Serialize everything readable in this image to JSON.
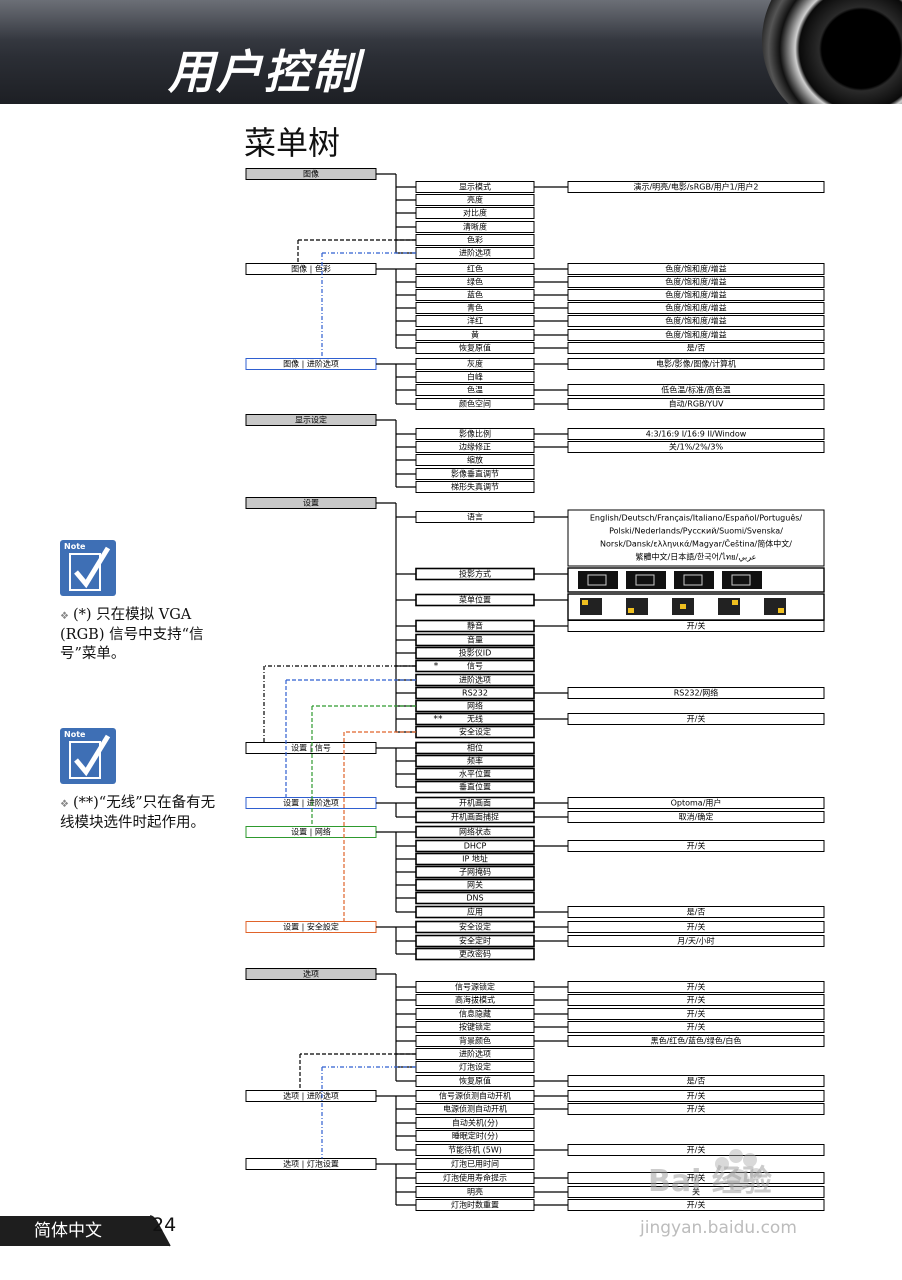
{
  "header": {
    "title": "用户控制"
  },
  "section_title": "菜单树",
  "notes": [
    {
      "label": "Note",
      "text": "(*) 只在模拟 VGA (RGB) 信号中支持“信号”菜单。"
    },
    {
      "label": "Note",
      "text": "(**)“无线”只在备有无线模块选件时起作用。"
    }
  ],
  "footer": {
    "language": "简体中文",
    "page": "24"
  },
  "watermark": {
    "logo": "Bai 经验",
    "url": "jingyan.baidu.com"
  },
  "colors": {
    "header": "#2b2e35",
    "note_icon": "#3e6fb5",
    "blue": "#2f5fd0",
    "green": "#2e9a2e",
    "orange": "#e0632a",
    "header_box": "#c8c8c8"
  },
  "groups": [
    {
      "label": "图像"
    },
    {
      "label": "图像 | 色彩"
    },
    {
      "label": "图像 | 进阶选项"
    },
    {
      "label": "显示设定"
    },
    {
      "label": "设置"
    },
    {
      "label": "设置 | 信号"
    },
    {
      "label": "设置 | 进阶选项"
    },
    {
      "label": "设置 | 网络"
    },
    {
      "label": "设置 | 安全設定"
    },
    {
      "label": "选项"
    },
    {
      "label": "选项 | 进阶选项"
    },
    {
      "label": "选项 | 灯泡设置"
    }
  ],
  "items": [
    "显示模式",
    "亮度",
    "对比度",
    "清晰度",
    "色彩",
    "进阶选项",
    "红色",
    "绿色",
    "蓝色",
    "青色",
    "洋红",
    "黄",
    "恢复原值",
    "灰度",
    "白峰",
    "色温",
    "颜色空间",
    "影像比例",
    "边缘修正",
    "缩放",
    "影像垂直调节",
    "梯形失真调节",
    "语言",
    "投影方式",
    "菜单位置",
    "静音",
    "音量",
    "投影仪ID",
    "信号",
    "进阶选项",
    "RS232",
    "网络",
    "无线",
    "安全设定",
    "相位",
    "频率",
    "水平位置",
    "垂直位置",
    "开机画面",
    "开机画面捕捉",
    "网络状态",
    "DHCP",
    "IP 地址",
    "子网掩码",
    "网关",
    "DNS",
    "应用",
    "安全设定",
    "安全定时",
    "更改密码",
    "信号源锁定",
    "高海拔模式",
    "信息隐藏",
    "按键锁定",
    "背景颜色",
    "进阶选项",
    "灯泡设定",
    "恢复原值",
    "信号源侦测自动开机",
    "电源侦测自动开机",
    "自动关机(分)",
    "睡眠定时(分)",
    "节能待机 (5W)",
    "灯泡已用时间",
    "灯泡使用寿命提示",
    "明亮",
    "灯泡时数重置"
  ],
  "values": [
    "演示/明亮/电影/sRGB/用户1/用户2",
    "色度/饱和度/增益",
    "色度/饱和度/增益",
    "色度/饱和度/增益",
    "色度/饱和度/增益",
    "色度/饱和度/增益",
    "色度/饱和度/增益",
    "是/否",
    "电影/影像/图像/计算机",
    "低色温/标准/高色温",
    "自动/RGB/YUV",
    "4:3/16:9 I/16:9 II/Window",
    "关/1%/2%/3%",
    "English/Deutsch/Français/Italiano/Español/Português/",
    "Polski/Nederlands/Русский/Suomi/Svenska/",
    "Norsk/Dansk/ελληνικά/Magyar/Čeština/简体中文/",
    "繁體中文/日本語/한국어/ไทย/عربي",
    "开/关",
    "RS232/网络",
    "开/关",
    "Optoma/用户",
    "取消/确定",
    "开/关",
    "是/否",
    "开/关",
    "月/天/小时",
    "开/关",
    "开/关",
    "开/关",
    "开/关",
    "黑色/红色/蓝色/绿色/白色",
    "是/否",
    "开/关",
    "开/关",
    "开/关",
    "开/关",
    "关",
    "开/关"
  ],
  "markers": {
    "single": "*",
    "double": "**"
  }
}
